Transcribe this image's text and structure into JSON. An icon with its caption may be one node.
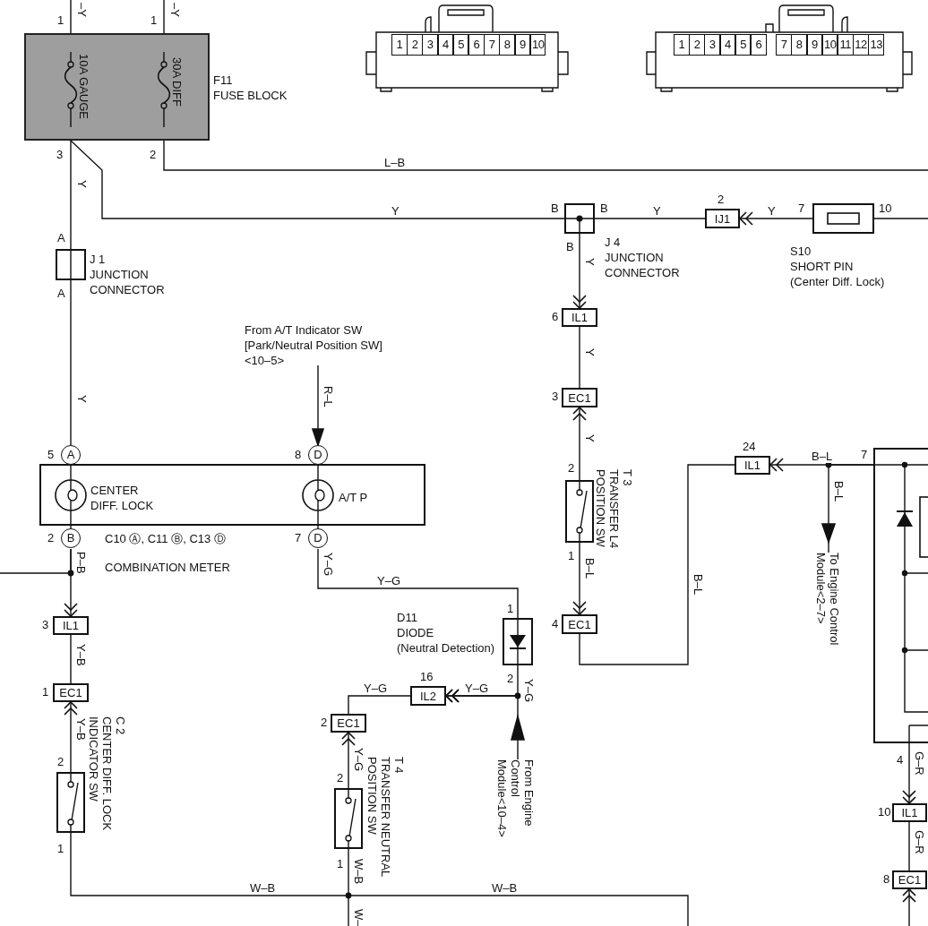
{
  "diagram": {
    "nodes": [
      {
        "text": [
          "F11",
          "FUSE BLOCK"
        ]
      },
      {
        "text": [
          "10A GAUGE"
        ],
        "in": 0,
        "beside": [
          "1",
          "3"
        ]
      },
      {
        "text": [
          "30A DIFF"
        ],
        "in": 0,
        "beside": [
          "1",
          "2"
        ]
      },
      {
        "text": [
          "1",
          "2",
          "3",
          "4",
          "5",
          "6",
          "7",
          "8",
          "9",
          "10"
        ]
      },
      {
        "text": [
          "1",
          "2",
          "3",
          "4",
          "5",
          "6",
          "7",
          "8",
          "9",
          "10",
          "11",
          "12",
          "13"
        ]
      },
      {
        "text": [
          "J 1",
          "JUNCTION CONNECTOR"
        ],
        "beside": [
          "A",
          "A"
        ]
      },
      {
        "text": [
          "J 4",
          "JUNCTION CONNECTOR"
        ],
        "beside": [
          "B",
          "B",
          "B"
        ]
      },
      {
        "text": [
          "IJ1"
        ],
        "beside": [
          "2"
        ]
      },
      {
        "text": [
          "S10",
          "SHORT PIN",
          "(Center Diff. Lock)"
        ],
        "beside": [
          "7",
          "10"
        ]
      },
      {
        "text": [
          "IL1"
        ],
        "beside": [
          "6"
        ]
      },
      {
        "text": [
          "EC1"
        ],
        "beside": [
          "3"
        ]
      },
      {
        "text": [
          "T 3",
          "TRANSFER L4 POSITION SW"
        ],
        "beside": [
          "2",
          "1"
        ]
      },
      {
        "text": [
          "EC1"
        ],
        "beside": [
          "4"
        ]
      },
      {
        "text": [
          "IL1"
        ],
        "beside": [
          "24"
        ]
      },
      {
        "text": [],
        "shape": "box",
        "beside": [
          "7",
          "4"
        ]
      },
      {
        "text": [
          "To Engine Control Module<2–7>"
        ]
      },
      {
        "text": [
          "C10 Ⓐ, C11 Ⓑ, C13 Ⓓ",
          "COMBINATION METER"
        ]
      },
      {
        "text": [
          "CENTER DIFF. LOCK"
        ],
        "in": 16,
        "beside": [
          "5",
          "A",
          "2",
          "B"
        ]
      },
      {
        "text": [
          "A/T P"
        ],
        "in": 16,
        "beside": [
          "8",
          "D",
          "7",
          "D"
        ]
      },
      {
        "text": [
          "From A/T Indicator SW [Park/Neutral Position SW] <10–5>"
        ]
      },
      {
        "text": [
          "IL1"
        ],
        "beside": [
          "3"
        ]
      },
      {
        "text": [
          "EC1"
        ],
        "beside": [
          "1"
        ]
      },
      {
        "text": [
          "C 2",
          "CENTER DIFF. LOCK INDICATOR SW"
        ],
        "beside": [
          "2",
          "1"
        ]
      },
      {
        "text": [
          "D11",
          "DIODE",
          "(Neutral Detection)"
        ],
        "beside": [
          "1",
          "2"
        ]
      },
      {
        "text": [
          "IL2"
        ],
        "beside": [
          "16"
        ]
      },
      {
        "text": [
          "EC1"
        ],
        "beside": [
          "2"
        ]
      },
      {
        "text": [
          "T 4",
          "TRANSFER NEUTRAL POSITION SW"
        ],
        "beside": [
          "2",
          "1"
        ]
      },
      {
        "text": [
          "From Engine Control Module<10–4>"
        ]
      },
      {
        "text": [
          "IL1"
        ],
        "beside": [
          "10"
        ]
      },
      {
        "text": [
          "EC1"
        ],
        "beside": [
          "8"
        ]
      }
    ],
    "edges": [
      {
        "from": null,
        "to": 1,
        "arrow": "none",
        "label": "–Y"
      },
      {
        "from": null,
        "to": 2,
        "arrow": "none",
        "label": "–Y"
      },
      {
        "from": 1,
        "to": 5,
        "arrow": "none",
        "label": "Y"
      },
      {
        "from": 1,
        "to": 6,
        "arrow": "none",
        "label": "Y"
      },
      {
        "from": 2,
        "to": null,
        "arrow": "none",
        "label": "L–B"
      },
      {
        "from": 6,
        "to": 7,
        "arrow": "none",
        "label": "Y"
      },
      {
        "from": 8,
        "to": 7,
        "arrow": "to",
        "label": "Y"
      },
      {
        "from": 8,
        "to": null,
        "arrow": "none"
      },
      {
        "from": 6,
        "to": 9,
        "arrow": "to",
        "label": "Y"
      },
      {
        "from": 9,
        "to": 10,
        "arrow": "none",
        "label": "Y"
      },
      {
        "from": 11,
        "to": 10,
        "arrow": "to",
        "label": "Y"
      },
      {
        "from": 11,
        "to": 12,
        "arrow": "to",
        "label": "B–L"
      },
      {
        "from": 12,
        "to": 13,
        "arrow": "none",
        "label": "B–L"
      },
      {
        "from": 14,
        "to": 13,
        "arrow": "to",
        "label": "B–L"
      },
      {
        "from": 14,
        "to": 15,
        "arrow": "to",
        "label": "B–L"
      },
      {
        "from": 5,
        "to": 17,
        "arrow": "none",
        "label": "Y"
      },
      {
        "from": 19,
        "to": 18,
        "arrow": "to",
        "label": "R–L"
      },
      {
        "from": 17,
        "to": 20,
        "arrow": "to",
        "label": "P–B"
      },
      {
        "from": 17,
        "to": null,
        "arrow": "none"
      },
      {
        "from": 20,
        "to": 21,
        "arrow": "none",
        "label": "Y–B"
      },
      {
        "from": 22,
        "to": 21,
        "arrow": "to",
        "label": "Y–B"
      },
      {
        "from": 22,
        "to": null,
        "arrow": "none",
        "label": "W–B"
      },
      {
        "from": 18,
        "to": 23,
        "arrow": "none",
        "label": "Y–G"
      },
      {
        "from": 23,
        "to": 24,
        "arrow": "to",
        "label": "Y–G"
      },
      {
        "from": 27,
        "to": 24,
        "arrow": "to"
      },
      {
        "from": 24,
        "to": 25,
        "arrow": "none",
        "label": "Y–G"
      },
      {
        "from": 26,
        "to": 25,
        "arrow": "to",
        "label": "Y–G"
      },
      {
        "from": 26,
        "to": null,
        "arrow": "none",
        "label": "W–"
      },
      {
        "from": 14,
        "to": 28,
        "arrow": "to",
        "label": "G–R"
      },
      {
        "from": 28,
        "to": 29,
        "arrow": "none",
        "label": "G–R"
      },
      {
        "from": null,
        "to": 29,
        "arrow": "to"
      }
    ],
    "labels": [
      "Y–G",
      "Y–G",
      "W–B",
      "W–B"
    ]
  }
}
